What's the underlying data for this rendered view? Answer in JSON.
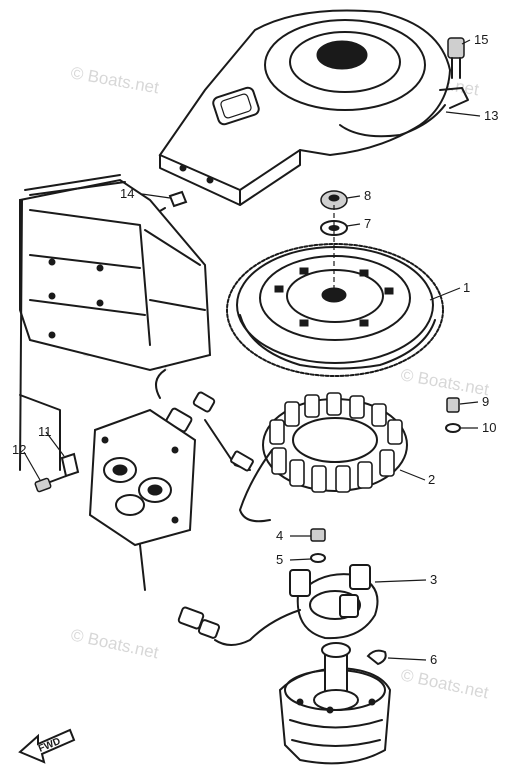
{
  "watermark": "© Boats.net",
  "callouts": {
    "c1": "1",
    "c2": "2",
    "c3": "3",
    "c4": "4",
    "c5": "5",
    "c6": "6",
    "c7": "7",
    "c8": "8",
    "c9": "9",
    "c10": "10",
    "c11": "11",
    "c12": "12",
    "c13": "13",
    "c14": "14",
    "c15": "15"
  },
  "fwd_label": "FWD"
}
